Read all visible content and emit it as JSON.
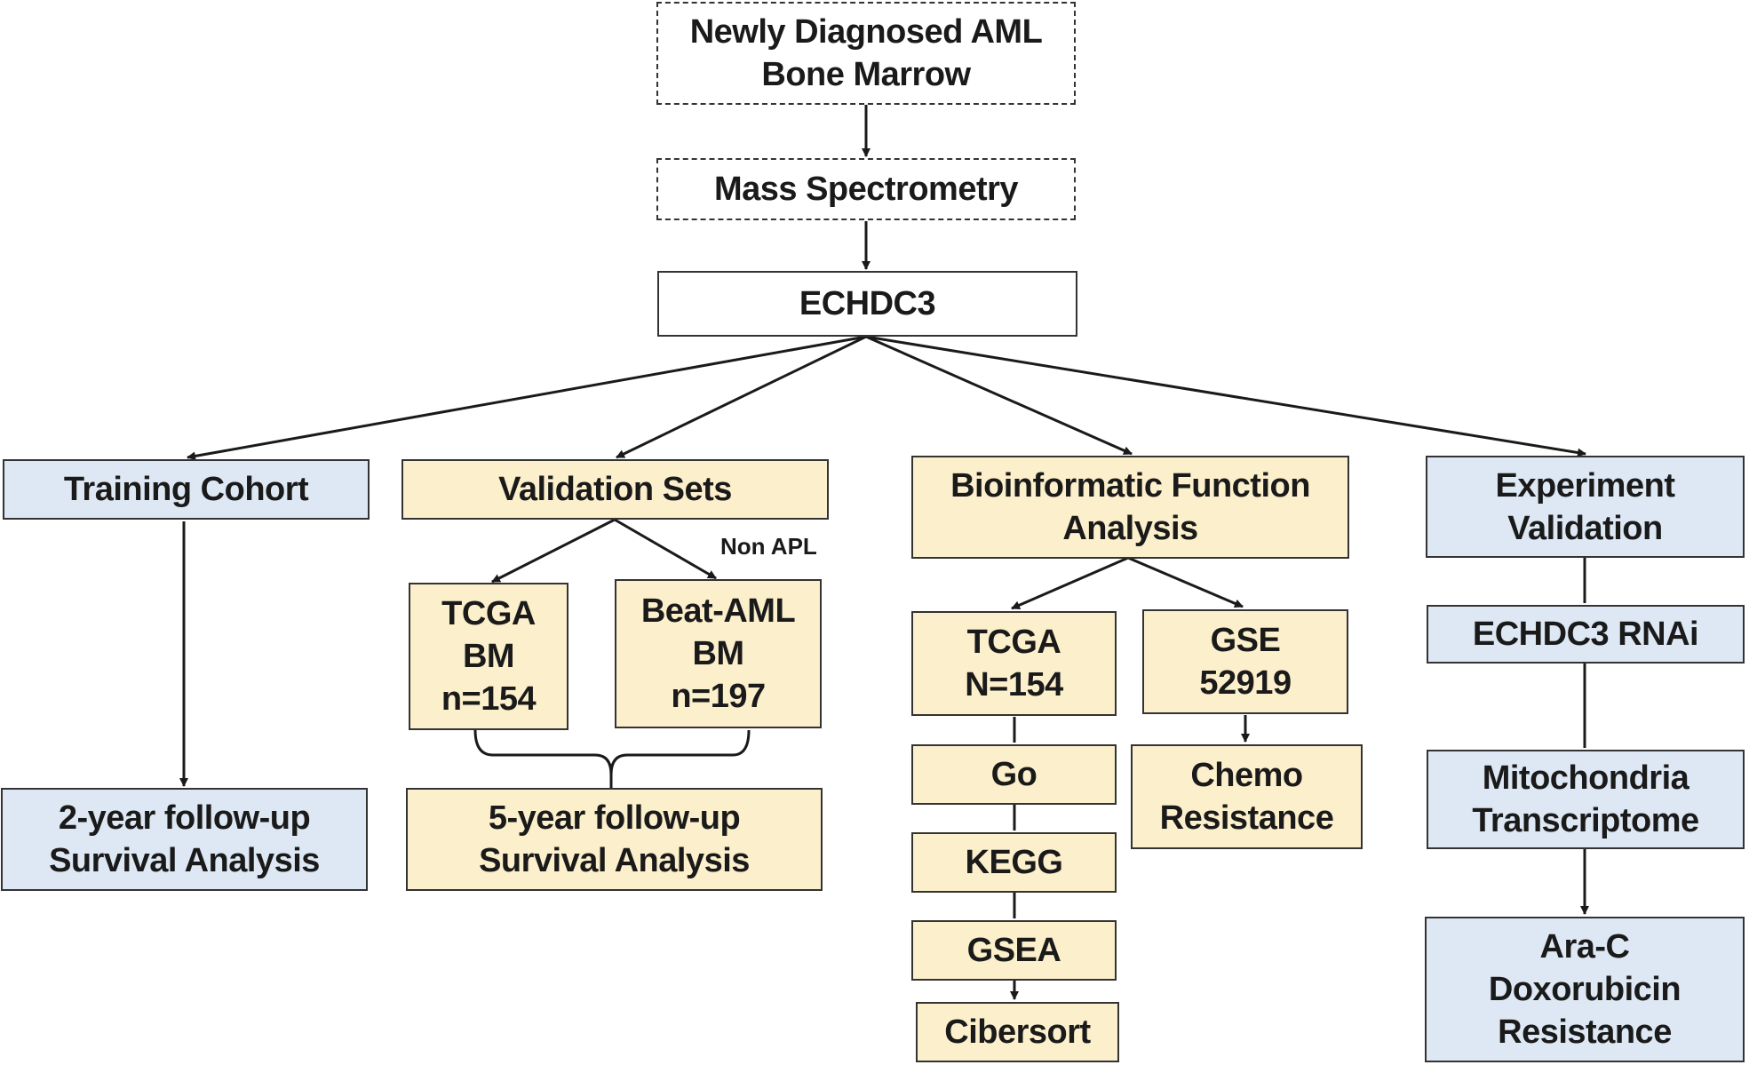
{
  "nodes": {
    "bone_marrow": [
      "Newly Diagnosed AML",
      "Bone Marrow"
    ],
    "mass_spec": [
      "Mass Spectrometry"
    ],
    "echdc3": [
      "ECHDC3"
    ],
    "training_cohort": [
      "Training Cohort"
    ],
    "validation_sets": [
      "Validation Sets"
    ],
    "bioinformatic": [
      "Bioinformatic Function",
      "Analysis"
    ],
    "experiment_validation": [
      "Experiment",
      "Validation"
    ],
    "tcga_bm": [
      "TCGA",
      "BM",
      "n=154"
    ],
    "beat_aml": [
      "Beat-AML",
      "BM",
      "n=197"
    ],
    "tcga_n154": [
      "TCGA",
      "N=154"
    ],
    "gse52919": [
      "GSE",
      "52919"
    ],
    "go": [
      "Go"
    ],
    "kegg": [
      "KEGG"
    ],
    "gsea": [
      "GSEA"
    ],
    "cibersort": [
      "Cibersort"
    ],
    "chemo_resistance": [
      "Chemo",
      "Resistance"
    ],
    "echdc3_rnai": [
      "ECHDC3 RNAi"
    ],
    "mitochondria": [
      "Mitochondria",
      "Transcriptome"
    ],
    "ara_c": [
      "Ara-C",
      "Doxorubicin",
      "Resistance"
    ],
    "survival_2yr": [
      "2-year follow-up",
      "Survival Analysis"
    ],
    "survival_5yr": [
      "5-year follow-up",
      "Survival Analysis"
    ]
  },
  "annotations": {
    "non_apl": "Non APL"
  },
  "colors": {
    "blue_fill": "#dde8f4",
    "yellow_fill": "#fcefcb",
    "border": "#333333"
  }
}
